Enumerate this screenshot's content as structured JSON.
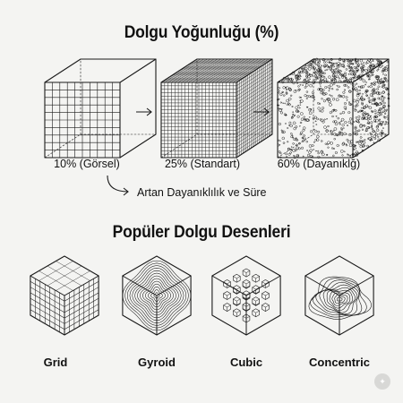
{
  "header": {
    "title": "Dolgu Yoğunluğu (%)"
  },
  "density": {
    "items": [
      {
        "label": "10% (Görsel)",
        "density": 10,
        "pattern": "grid-sparse"
      },
      {
        "label": "25% (Standart)",
        "density": 25,
        "pattern": "grid-dense"
      },
      {
        "label": "60% (Dayanıklğ)",
        "density": 60,
        "pattern": "speckle"
      }
    ],
    "note": "Artan Dayanıklılık ve Süre"
  },
  "patterns": {
    "title": "Popüler Dolgu Desenleri",
    "items": [
      {
        "label": "Grid"
      },
      {
        "label": "Gyroid"
      },
      {
        "label": "Cubic"
      },
      {
        "label": "Concentric"
      }
    ]
  },
  "style": {
    "ink": "#1a1a1a",
    "background": "#f4f4f2"
  }
}
